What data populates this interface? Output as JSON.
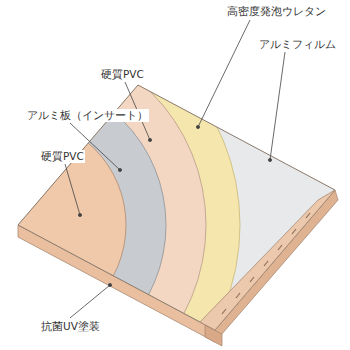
{
  "diagram": {
    "labels": [
      "高密度発泡ウレタン",
      "アルミフィルム",
      "硬質PVC",
      "アルミ板（インサート）",
      "硬質PVC",
      "抗菌UV塗装"
    ]
  }
}
